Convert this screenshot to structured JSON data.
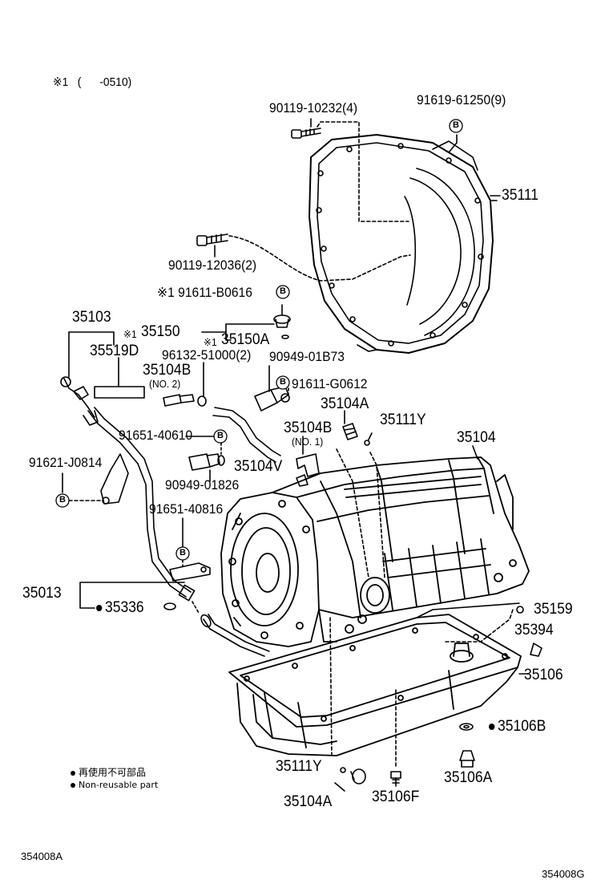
{
  "header_note": "※1   (      -0510)",
  "parts": {
    "p90119_10232": "90119-10232(4)",
    "p91619_61250": "91619-61250(9)",
    "p35111": "35111",
    "p90119_12036": "90119-12036(2)",
    "p91611_B0616": "※1 91611-B0616",
    "p35103": "35103",
    "p35150": "35150",
    "p35150A": "35150A",
    "m35150": "※1",
    "m35150A": "※1",
    "p35519D": "35519D",
    "p96132": "96132-51000(2)",
    "p90949_01B73": "90949-01B73",
    "p35104B_1": "35104B",
    "no2": "(NO. 2)",
    "p91611_G0612": "91611-G0612",
    "p35104A_top": "35104A",
    "p35104B_2": "35104B",
    "no1": "(NO. 1)",
    "p35111Y_top": "35111Y",
    "p35104": "35104",
    "p91651_40610": "91651-40610",
    "p91621_J0814": "91621-J0814",
    "p35104V": "35104V",
    "p90949_01826": "90949-01826",
    "p91651_40816": "91651-40816",
    "p35013": "35013",
    "p35336": "35336",
    "p35159": "35159",
    "p35394": "35394",
    "p35106": "35106",
    "p35106B": "35106B",
    "p35111Y_bot": "35111Y",
    "p35106A": "35106A",
    "p35104A_bot": "35104A",
    "p35106F": "35106F"
  },
  "badge_letter": "B",
  "legend": {
    "jp": "再使用不可部品",
    "en": "Non-reusable part"
  },
  "codes": {
    "left": "354008A",
    "right": "354008G"
  }
}
